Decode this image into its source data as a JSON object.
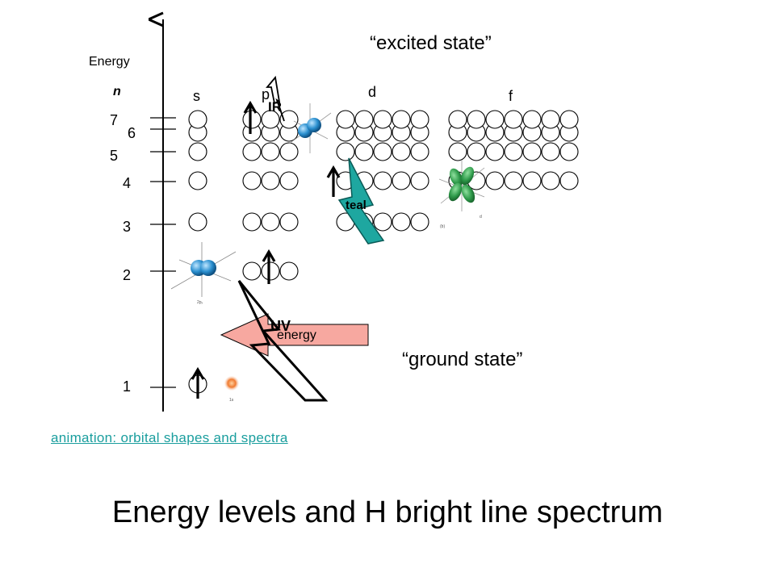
{
  "axis": {
    "energy_label": "Energy",
    "n_label": "n",
    "levels": [
      "1",
      "2",
      "3",
      "4",
      "5",
      "6",
      "7"
    ]
  },
  "subshells": {
    "s": "s",
    "p": "p",
    "d": "d",
    "f": "f"
  },
  "captions": {
    "excited": "“excited state”",
    "ground": "“ground state”"
  },
  "bands": {
    "ir": "IR",
    "teal": "teal",
    "uv": "UV",
    "energy_arrow": "energy"
  },
  "link": {
    "text": "animation: orbital shapes and spectra"
  },
  "title": "Energy levels and H bright line spectrum",
  "colors": {
    "link": "#1a9e9e",
    "energy_arrow_fill": "#f7a8a0",
    "teal_bolt": "#1ea7a0",
    "s_orbital_glow": "#e85a28",
    "p_orbital_blue": "#2a8fcf",
    "d_orbital_green": "#2e9a4a"
  },
  "icons": [
    "electron-up-arrow",
    "lightning-bolt",
    "orbital-diagram"
  ]
}
